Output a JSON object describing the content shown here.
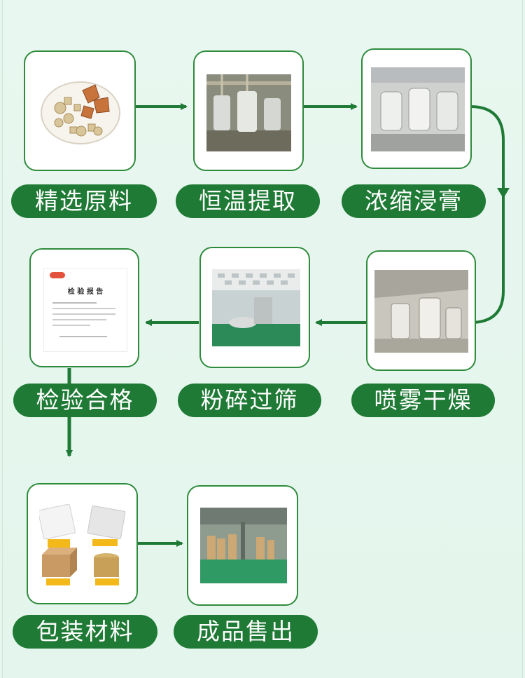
{
  "steps": [
    {
      "label": "精选原料"
    },
    {
      "label": "恒温提取"
    },
    {
      "label": "浓缩浸膏"
    },
    {
      "label": "喷雾干燥"
    },
    {
      "label": "粉碎过筛"
    },
    {
      "label": "检验合格"
    },
    {
      "label": "包装材料"
    },
    {
      "label": "成品售出"
    }
  ],
  "report": {
    "title": "检 验 报 告"
  },
  "colors": {
    "primary": "#1f7a35",
    "border": "#2e8b3c",
    "background": "#e6f6ee"
  }
}
